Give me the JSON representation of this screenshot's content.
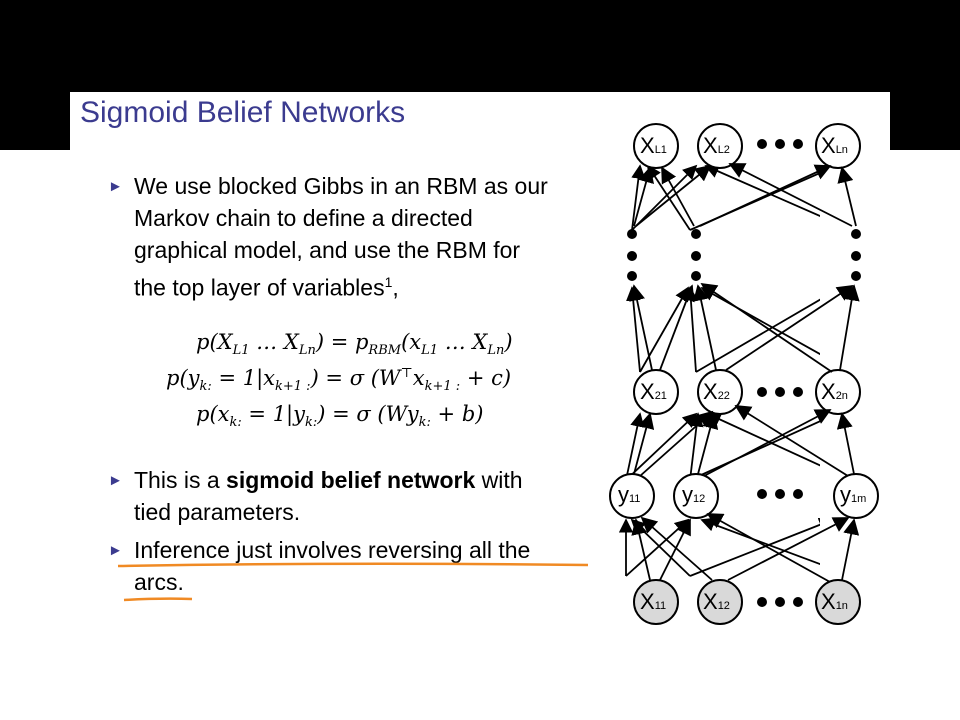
{
  "slide": {
    "title": "Sigmoid Belief Networks",
    "bullet1": [
      "We use blocked Gibbs in an RBM as our",
      "Markov chain to define a directed",
      "graphical model, and use the RBM for",
      "the top layer of variables"
    ],
    "bullet1_sup": "1",
    "bullet1_end": ",",
    "equations": [
      "p(X_L1 ... X_Ln) = p_RBM(x_L1 ... X_Ln)",
      "p(y_k: = 1|x_k+1:) = σ(W^T x_k+1: + c)",
      "p(x_k: = 1|y_k:) = σ(W y_k: + b)"
    ],
    "bullet2_pre": "This is a ",
    "bullet2_bold": "sigmoid belief network",
    "bullet2_post": " with",
    "bullet2_line2": "tied parameters.",
    "bullet3_line1": "Inference just involves reversing all the",
    "bullet3_line2": "arcs.",
    "marker": "►"
  },
  "annotation": {
    "underline_color": "#f08a24"
  },
  "diagram": {
    "node_labels": {
      "top": [
        "X",
        "X",
        "X"
      ],
      "top_sub": [
        "L1",
        "L2",
        "Ln"
      ],
      "mid": [
        "X",
        "X",
        "X"
      ],
      "mid_sub": [
        "21",
        "22",
        "2n"
      ],
      "y": [
        "y",
        "y",
        "y"
      ],
      "y_sub": [
        "11",
        "12",
        "1m"
      ],
      "bottom": [
        "X",
        "X",
        "X"
      ],
      "bottom_sub": [
        "11",
        "12",
        "1n"
      ]
    },
    "bottom_fill": "#d9d9d9"
  }
}
